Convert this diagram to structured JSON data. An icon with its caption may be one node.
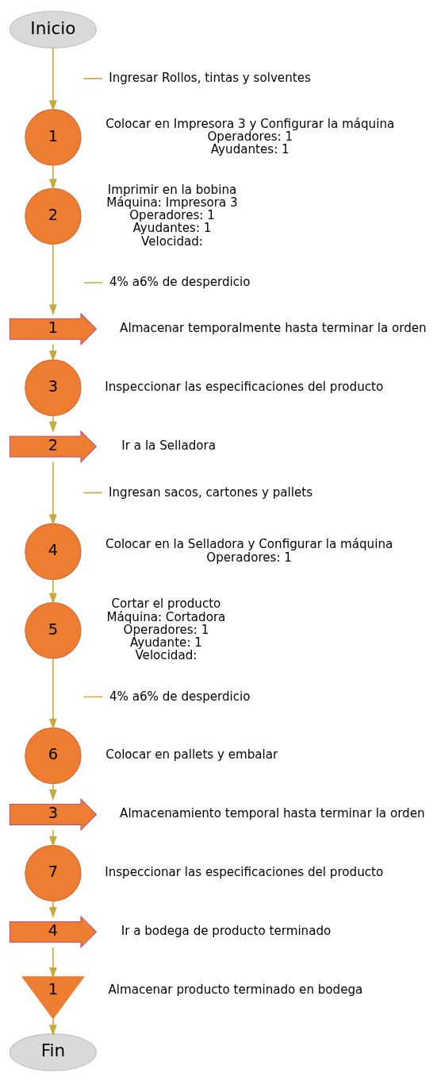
{
  "diagram": {
    "nodes": [
      {
        "text": [
          "Inicio"
        ]
      },
      {
        "text": [
          "Ingresar Rollos, tintas y solventes"
        ]
      },
      {
        "text": [
          "1"
        ],
        "beside": [
          "Colocar en Impresora 3 y Configurar la máquina",
          "Operadores: 1",
          "Ayudantes: 1"
        ]
      },
      {
        "text": [
          "2"
        ],
        "beside": [
          "Imprimir en la bobina",
          "Máquina: Impresora 3",
          "Operadores: 1",
          "Ayudantes: 1",
          "Velocidad:"
        ]
      },
      {
        "text": [
          "4% a6% de desperdicio"
        ]
      },
      {
        "text": [
          "1"
        ],
        "beside": [
          "Almacenar temporalmente hasta terminar la orden"
        ]
      },
      {
        "text": [
          "3"
        ],
        "beside": [
          "Inspeccionar las especificaciones del producto"
        ]
      },
      {
        "text": [
          "2"
        ],
        "beside": [
          "Ir a la Selladora"
        ]
      },
      {
        "text": [
          "Ingresan sacos, cartones y pallets"
        ]
      },
      {
        "text": [
          "4"
        ],
        "beside": [
          "Colocar en la Selladora y Configurar la máquina",
          "Operadores: 1"
        ]
      },
      {
        "text": [
          "5"
        ],
        "beside": [
          "Cortar el producto",
          "Máquina: Cortadora",
          "Operadores: 1",
          "Ayudante: 1",
          "Velocidad:"
        ]
      },
      {
        "text": [
          "4% a6% de desperdicio"
        ]
      },
      {
        "text": [
          "6"
        ],
        "beside": [
          "Colocar en pallets y embalar"
        ]
      },
      {
        "text": [
          "3"
        ],
        "beside": [
          "Almacenamiento temporal hasta terminar la orden"
        ]
      },
      {
        "text": [
          "7"
        ],
        "beside": [
          "Inspeccionar las especificaciones del producto"
        ]
      },
      {
        "text": [
          "4"
        ],
        "beside": [
          "Ir a bodega de producto terminado"
        ]
      },
      {
        "text": [
          "1"
        ],
        "beside": [
          "Almacenar producto terminado en bodega"
        ]
      },
      {
        "text": [
          "Fin"
        ]
      }
    ],
    "edges": [
      {
        "from": 0,
        "to": 2,
        "arrow": "to"
      },
      {
        "from": 1,
        "to": null,
        "arrow": "none"
      },
      {
        "from": 2,
        "to": 3,
        "arrow": "to"
      },
      {
        "from": null,
        "to": 4,
        "arrow": "none"
      },
      {
        "from": 3,
        "to": 5,
        "arrow": "to"
      },
      {
        "from": 5,
        "to": 6,
        "arrow": "to"
      },
      {
        "from": 6,
        "to": 7,
        "arrow": "to"
      },
      {
        "from": 7,
        "to": 9,
        "arrow": "to"
      },
      {
        "from": 8,
        "to": null,
        "arrow": "none"
      },
      {
        "from": 9,
        "to": 10,
        "arrow": "to"
      },
      {
        "from": null,
        "to": 11,
        "arrow": "none"
      },
      {
        "from": 10,
        "to": 12,
        "arrow": "to"
      },
      {
        "from": 12,
        "to": 13,
        "arrow": "to"
      },
      {
        "from": 13,
        "to": 14,
        "arrow": "to"
      },
      {
        "from": 14,
        "to": 15,
        "arrow": "to"
      },
      {
        "from": 15,
        "to": 16,
        "arrow": "to"
      },
      {
        "from": 16,
        "to": 17,
        "arrow": "to"
      }
    ]
  }
}
